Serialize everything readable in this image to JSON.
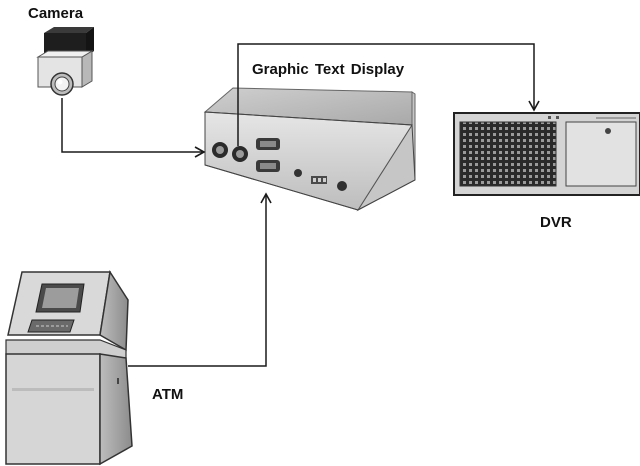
{
  "labels": {
    "camera": "Camera",
    "graphic_text_display": "Graphic Text Display",
    "dvr": "DVR",
    "atm": "ATM"
  },
  "colors": {
    "line": "#1a1a1a",
    "device_light": "#dcdcdc",
    "device_mid": "#b4b4b4",
    "device_dark": "#707070"
  }
}
